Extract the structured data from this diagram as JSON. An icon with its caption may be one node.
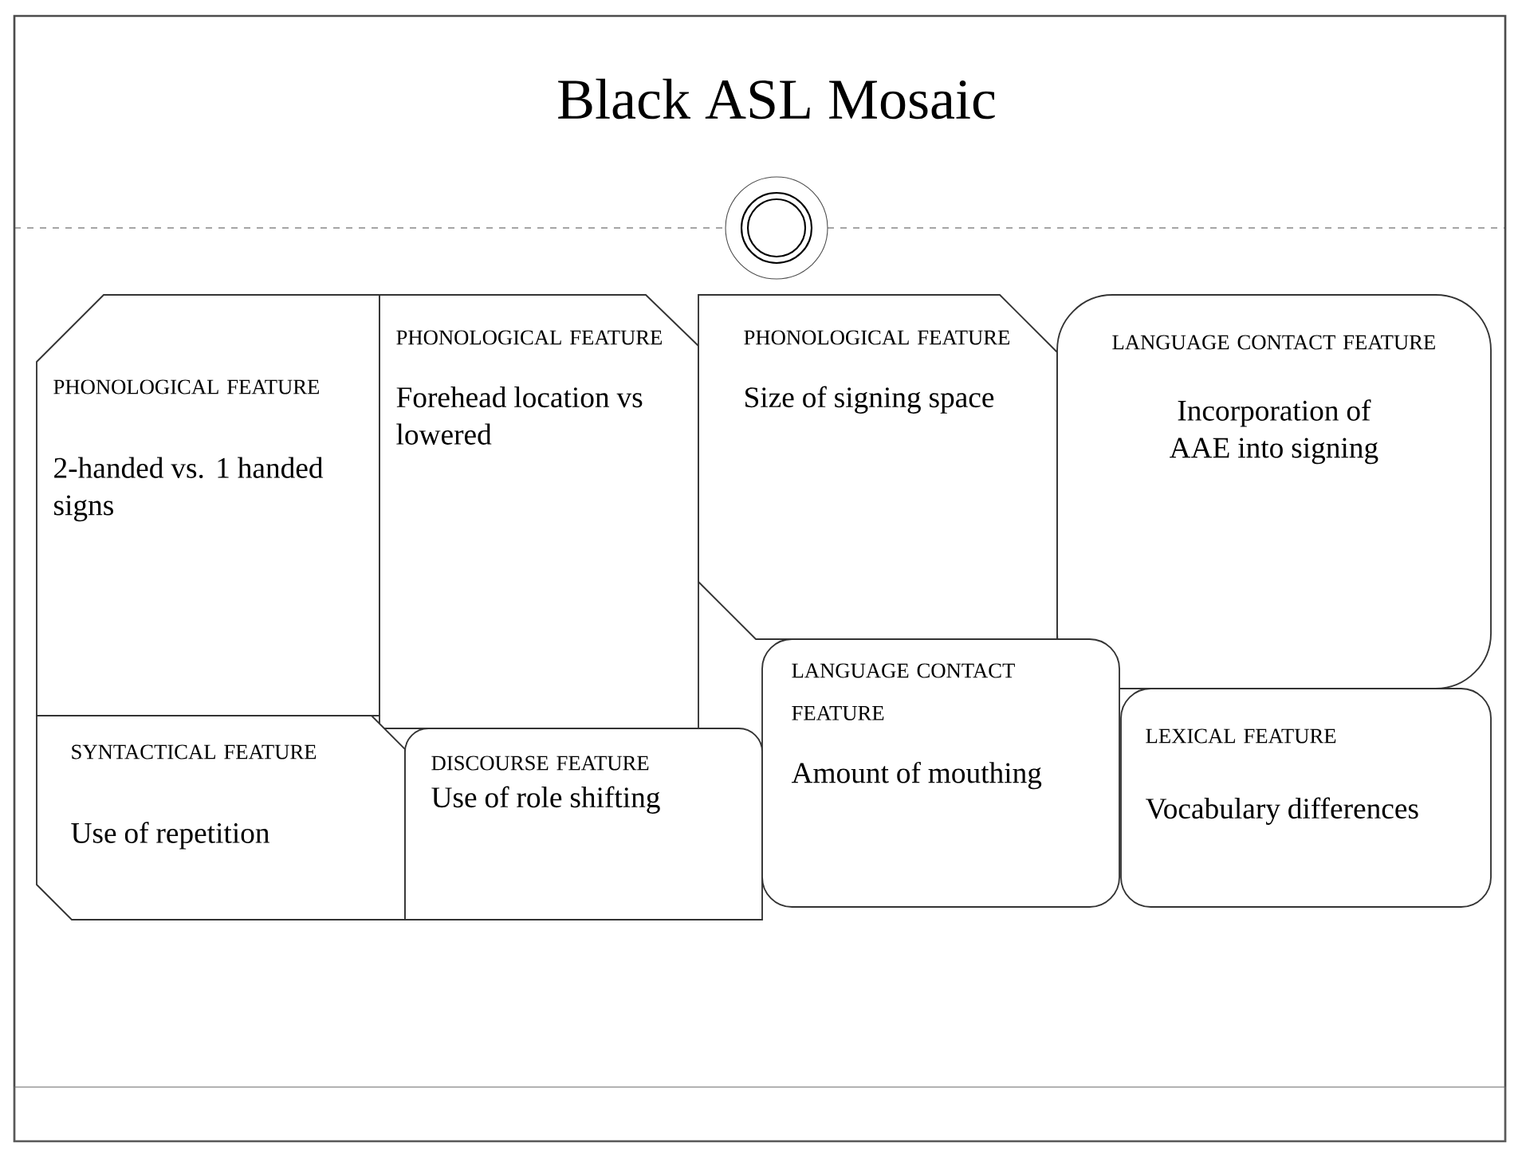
{
  "diagram": {
    "title": "Black ASL Mosaic",
    "nodes": [
      {
        "text": [
          "PHONOLOGICAL FEATURE",
          "2-handed vs. 1 handed signs"
        ]
      },
      {
        "text": [
          "PHONOLOGICAL FEATURE",
          "Forehead location vs lowered"
        ]
      },
      {
        "text": [
          "PHONOLOGICAL FEATURE",
          "Size of signing space"
        ]
      },
      {
        "text": [
          "LANGUAGE CONTACT FEATURE",
          "Incorporation of AAE into signing"
        ]
      },
      {
        "text": [
          "SYNTACTICAL FEATURE",
          "Use of repetition"
        ]
      },
      {
        "text": [
          "DISCOURSE FEATURE",
          "Use of role shifting"
        ]
      },
      {
        "text": [
          "LANGUAGE CONTACT FEATURE",
          "Amount of mouthing"
        ]
      },
      {
        "text": [
          "LEXICAL FEATURE",
          "Vocabulary differences"
        ]
      }
    ]
  }
}
